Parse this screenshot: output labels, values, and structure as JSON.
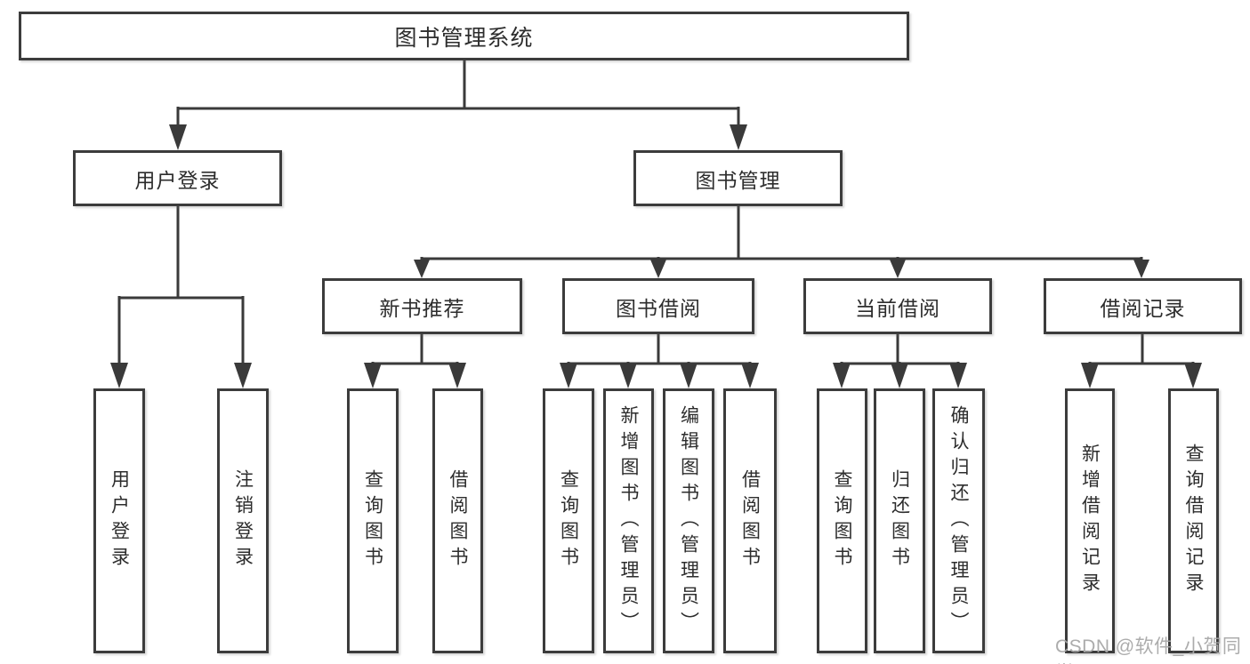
{
  "diagram": {
    "root": {
      "label": "图书管理系统"
    },
    "level2": {
      "user_login": {
        "label": "用户登录"
      },
      "book_mgmt": {
        "label": "图书管理"
      }
    },
    "level3": {
      "new_book": {
        "label": "新书推荐"
      },
      "book_borrow": {
        "label": "图书借阅"
      },
      "current_borrow": {
        "label": "当前借阅"
      },
      "borrow_record": {
        "label": "借阅记录"
      }
    },
    "leaves": {
      "login": {
        "label": "用户登录"
      },
      "logout": {
        "label": "注销登录"
      },
      "nb_query": {
        "label": "查询图书"
      },
      "nb_borrow": {
        "label": "借阅图书"
      },
      "bb_query": {
        "label": "查询图书"
      },
      "bb_add": {
        "label": "新增图书（管理员）"
      },
      "bb_edit": {
        "label": "编辑图书（管理员）"
      },
      "bb_borrow": {
        "label": "借阅图书"
      },
      "cb_query": {
        "label": "查询图书"
      },
      "cb_return": {
        "label": "归还图书"
      },
      "cb_confirm": {
        "label": "确认归还（管理员）"
      },
      "br_add": {
        "label": "新增借阅记录"
      },
      "br_query": {
        "label": "查询借阅记录"
      }
    },
    "line_color": "#3a3a3a",
    "watermark": "CSDN @软件_小贺同学"
  }
}
